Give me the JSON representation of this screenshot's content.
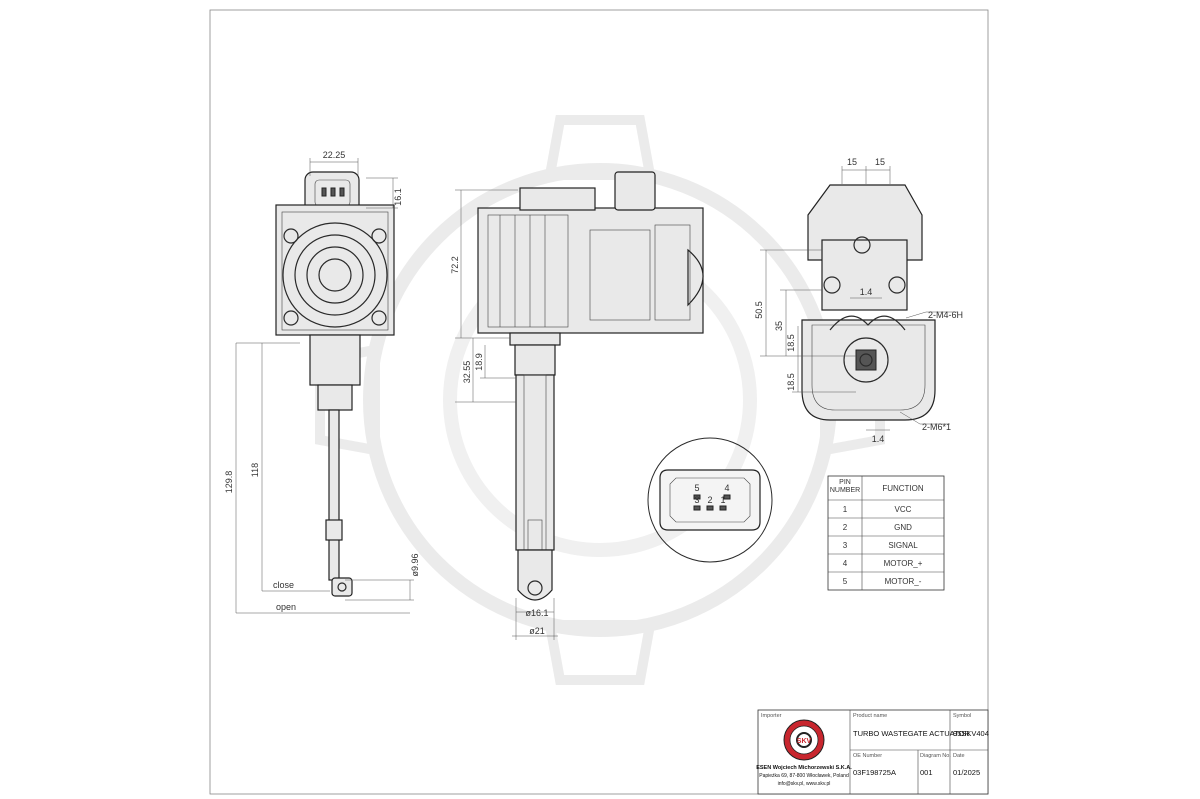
{
  "dimensions": {
    "connector_width": "22.25",
    "connector_height": "16.1",
    "total_height": "129.8",
    "rod_length": "118",
    "pin_diameter": "ø9.96",
    "close_label": "close",
    "open_label": "open",
    "body_height": "72.2",
    "upper_rod": "32.55",
    "rod_step": "18.9",
    "rod_diameter": "ø16.1",
    "base_diameter": "ø21",
    "mount_half_left": "15",
    "mount_half_right": "15",
    "height_505": "50.5",
    "height_35": "35",
    "offset_14_top": "1.4",
    "offset_185_top": "18.5",
    "offset_185_bottom": "18.5",
    "offset_14_bottom": "1.4",
    "thread_top": "2-M4-6H",
    "thread_bottom": "2-M6*1"
  },
  "connector_pins": {
    "top_row": [
      "5",
      "4"
    ],
    "bottom_row": [
      "3",
      "2",
      "1"
    ]
  },
  "pin_table": {
    "header_pin": "PIN NUMBER",
    "header_function": "FUNCTION",
    "rows": [
      {
        "pin": "1",
        "function": "VCC"
      },
      {
        "pin": "2",
        "function": "GND"
      },
      {
        "pin": "3",
        "function": "SIGNAL"
      },
      {
        "pin": "4",
        "function": "MOTOR_+"
      },
      {
        "pin": "5",
        "function": "MOTOR_-"
      }
    ]
  },
  "title_block": {
    "importer_label": "Importer",
    "product_label": "Product name",
    "product_name": "TURBO WASTEGATE ACTUATOR",
    "symbol_label": "Symbol",
    "symbol": "95SKV404",
    "oe_label": "OE Number",
    "oe_number": "03F198725A",
    "diagram_label": "Diagram No.",
    "diagram_no": "001",
    "date_label": "Date",
    "date": "01/2025",
    "company": "ESEN Wojciech Michorzewski S.K.A.",
    "address": "Papieżka 69, 87-800 Włocławek, Poland",
    "contact": "info@skv.pl, www.skv.pl",
    "logo_text": "SKV"
  }
}
